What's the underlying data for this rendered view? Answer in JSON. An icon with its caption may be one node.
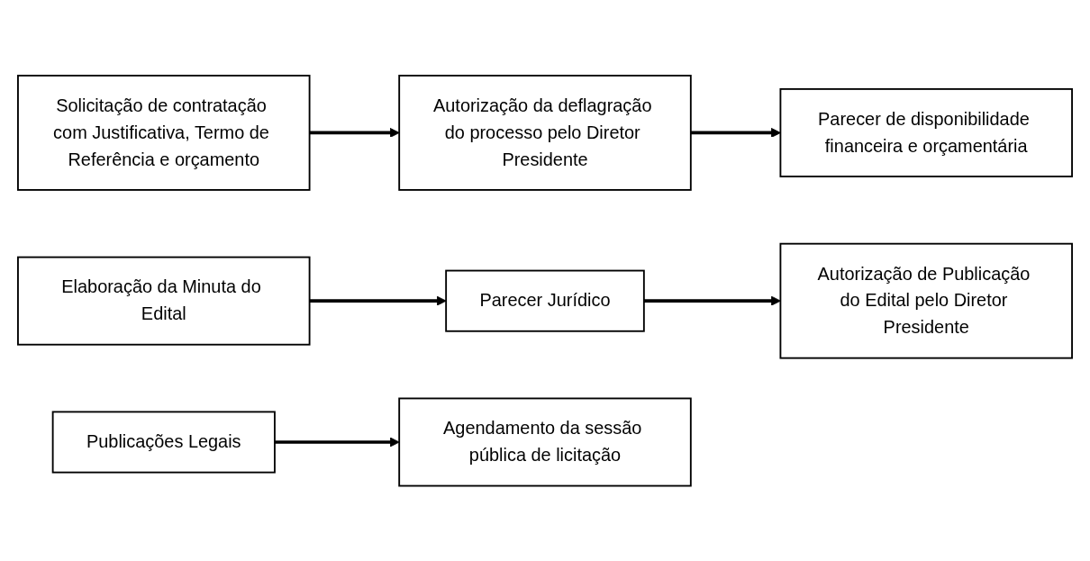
{
  "diagram": {
    "nodes": [
      {
        "text": [
          "Solicitação de contratação com Justificativa, Termo de Referência e orçamento"
        ]
      },
      {
        "text": [
          "Autorização da deflagração do processo pelo Diretor Presidente"
        ]
      },
      {
        "text": [
          "Parecer de disponibilidade financeira e orçamentária"
        ]
      },
      {
        "text": [
          "Elaboração da Minuta do Edital"
        ]
      },
      {
        "text": [
          "Parecer Jurídico"
        ]
      },
      {
        "text": [
          "Autorização de Publicação do Edital pelo Diretor Presidente"
        ]
      },
      {
        "text": [
          "Publicações Legais"
        ]
      },
      {
        "text": [
          "Agendamento da sessão pública de licitação"
        ]
      }
    ],
    "edges": [
      {
        "from": 0,
        "to": 1,
        "arrow": "to"
      },
      {
        "from": 1,
        "to": 2,
        "arrow": "to"
      },
      {
        "from": 3,
        "to": 4,
        "arrow": "to"
      },
      {
        "from": 4,
        "to": 5,
        "arrow": "to"
      },
      {
        "from": 6,
        "to": 7,
        "arrow": "to"
      }
    ]
  }
}
